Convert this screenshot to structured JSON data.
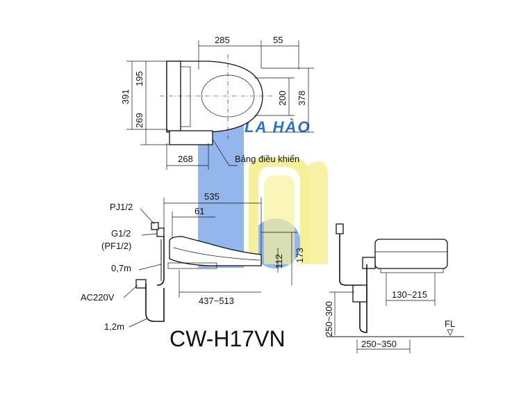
{
  "watermark": {
    "brand": "LA HÀO",
    "colors": {
      "blue": "#6f9fe6",
      "yellow": "#f5ec7a",
      "text": "#2a6fd6"
    }
  },
  "top_view": {
    "dims": {
      "width_285": "285",
      "width_55": "55",
      "h_391": "391",
      "h_195": "195",
      "h_269": "269",
      "h_200": "200",
      "h_378": "378",
      "w_268": "268"
    },
    "control_panel_label": "Bảng điều khiển"
  },
  "side_view": {
    "dims": {
      "d_535": "535",
      "d_61": "61",
      "d_112": "112",
      "d_173": "173",
      "d_437_513": "437~513"
    },
    "labels": {
      "pj": "PJ1/2",
      "g": "G1/2",
      "pf": "(PF1/2)",
      "hose": "0,7m",
      "power": "AC220V",
      "cord": "1,2m"
    }
  },
  "front_view": {
    "dims": {
      "d_130_215": "130~215",
      "d_250_300": "250~300",
      "d_250_350": "250~350"
    },
    "floor_label": "FL"
  },
  "model": "CW-H17VN"
}
